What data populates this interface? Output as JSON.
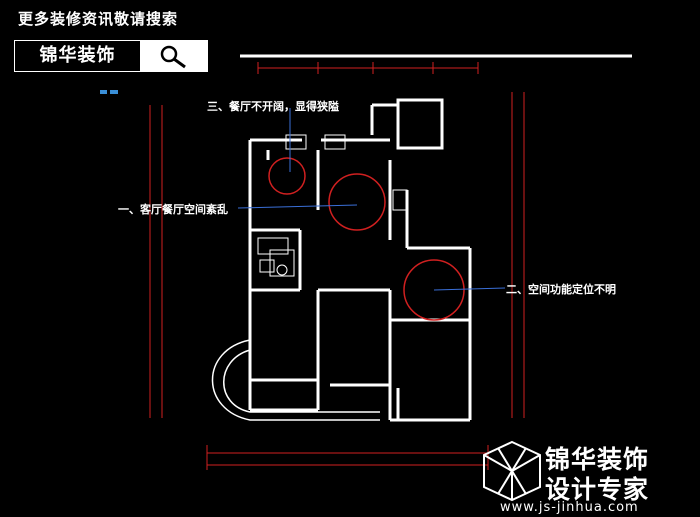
{
  "header": {
    "title": "更多装修资讯敬请搜索"
  },
  "search": {
    "brand_label": "锦华装饰"
  },
  "annotations": {
    "dining": "三、餐厅不开阔，显得狭隘",
    "living": "一、客厅餐厅空间紊乱",
    "function": "二、空间功能定位不明"
  },
  "logo": {
    "line1": "锦华装饰",
    "line2": "设计专家",
    "url": "www.js-jinhua.com"
  },
  "colors": {
    "walls": "#ffffff",
    "dimensions": "#ff2020",
    "accent": "#3a8fd8",
    "leader": "#3a6fd8"
  }
}
